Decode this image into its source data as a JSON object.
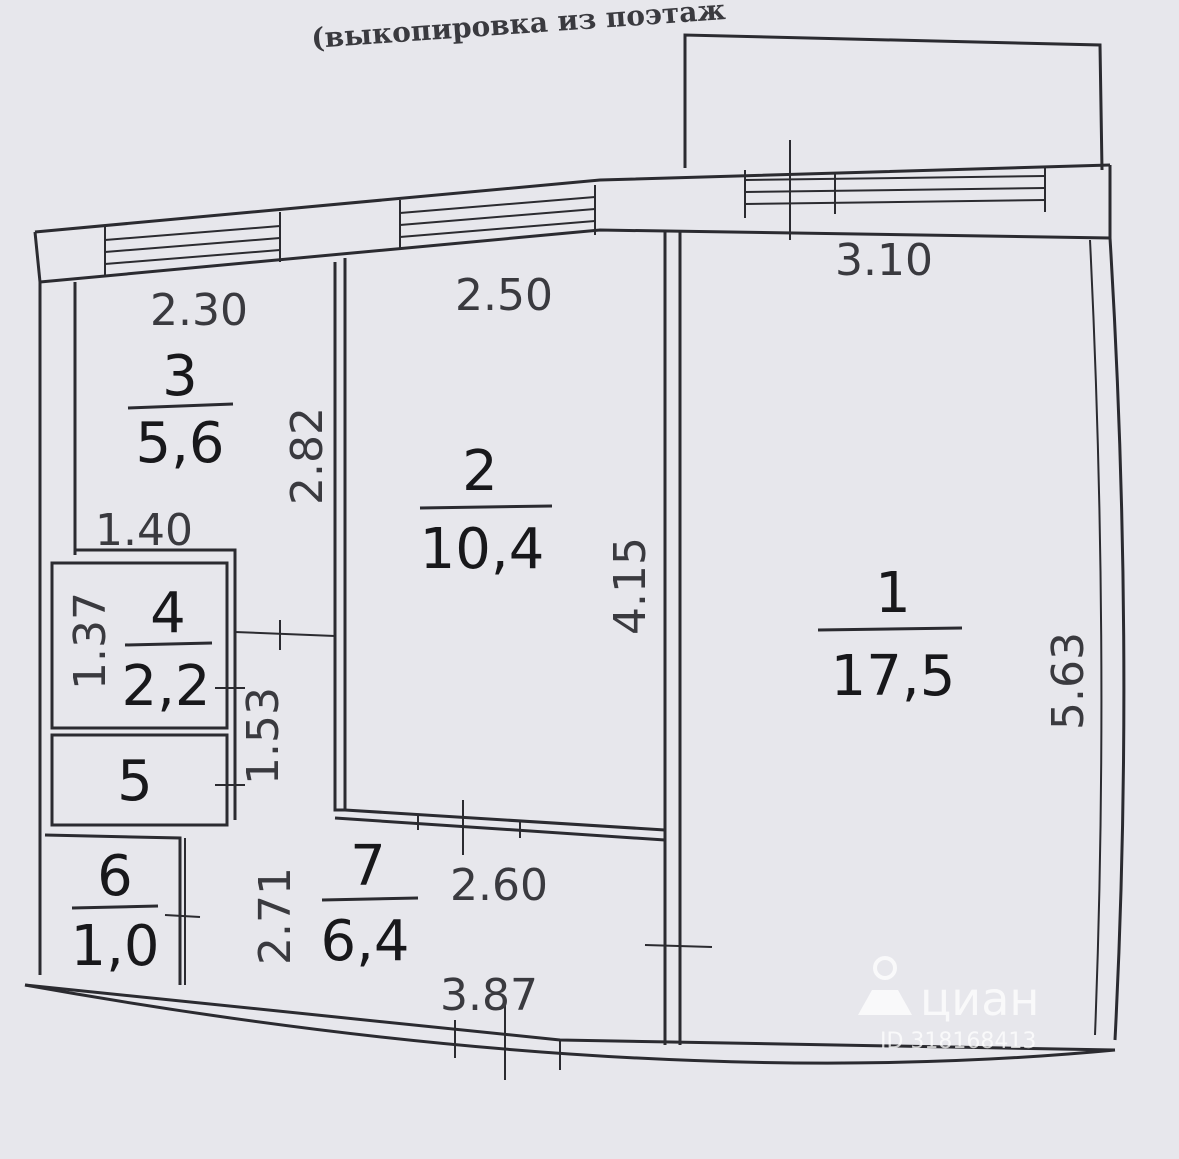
{
  "header": {
    "subtitle": "(выкопировка из поэтаж"
  },
  "rooms": [
    {
      "number": "1",
      "area": "17,5"
    },
    {
      "number": "2",
      "area": "10,4"
    },
    {
      "number": "3",
      "area": "5,6"
    },
    {
      "number": "4",
      "area": "2,2"
    },
    {
      "number": "5",
      "area": ""
    },
    {
      "number": "6",
      "area": "1,0"
    },
    {
      "number": "7",
      "area": "6,4"
    }
  ],
  "dimensions": {
    "d_310": "3.10",
    "d_250": "2.50",
    "d_230": "2.30",
    "d_282": "2.82",
    "d_140": "1.40",
    "d_137": "1.37",
    "d_153": "1.53",
    "d_415": "4.15",
    "d_563": "5.63",
    "d_260": "2.60",
    "d_271": "2.71",
    "d_387": "3.87"
  },
  "watermark": {
    "brand": "циан",
    "id": "ID 318168413"
  },
  "colors": {
    "paper": "#e7e7ec",
    "ink": "#2b2b30"
  }
}
